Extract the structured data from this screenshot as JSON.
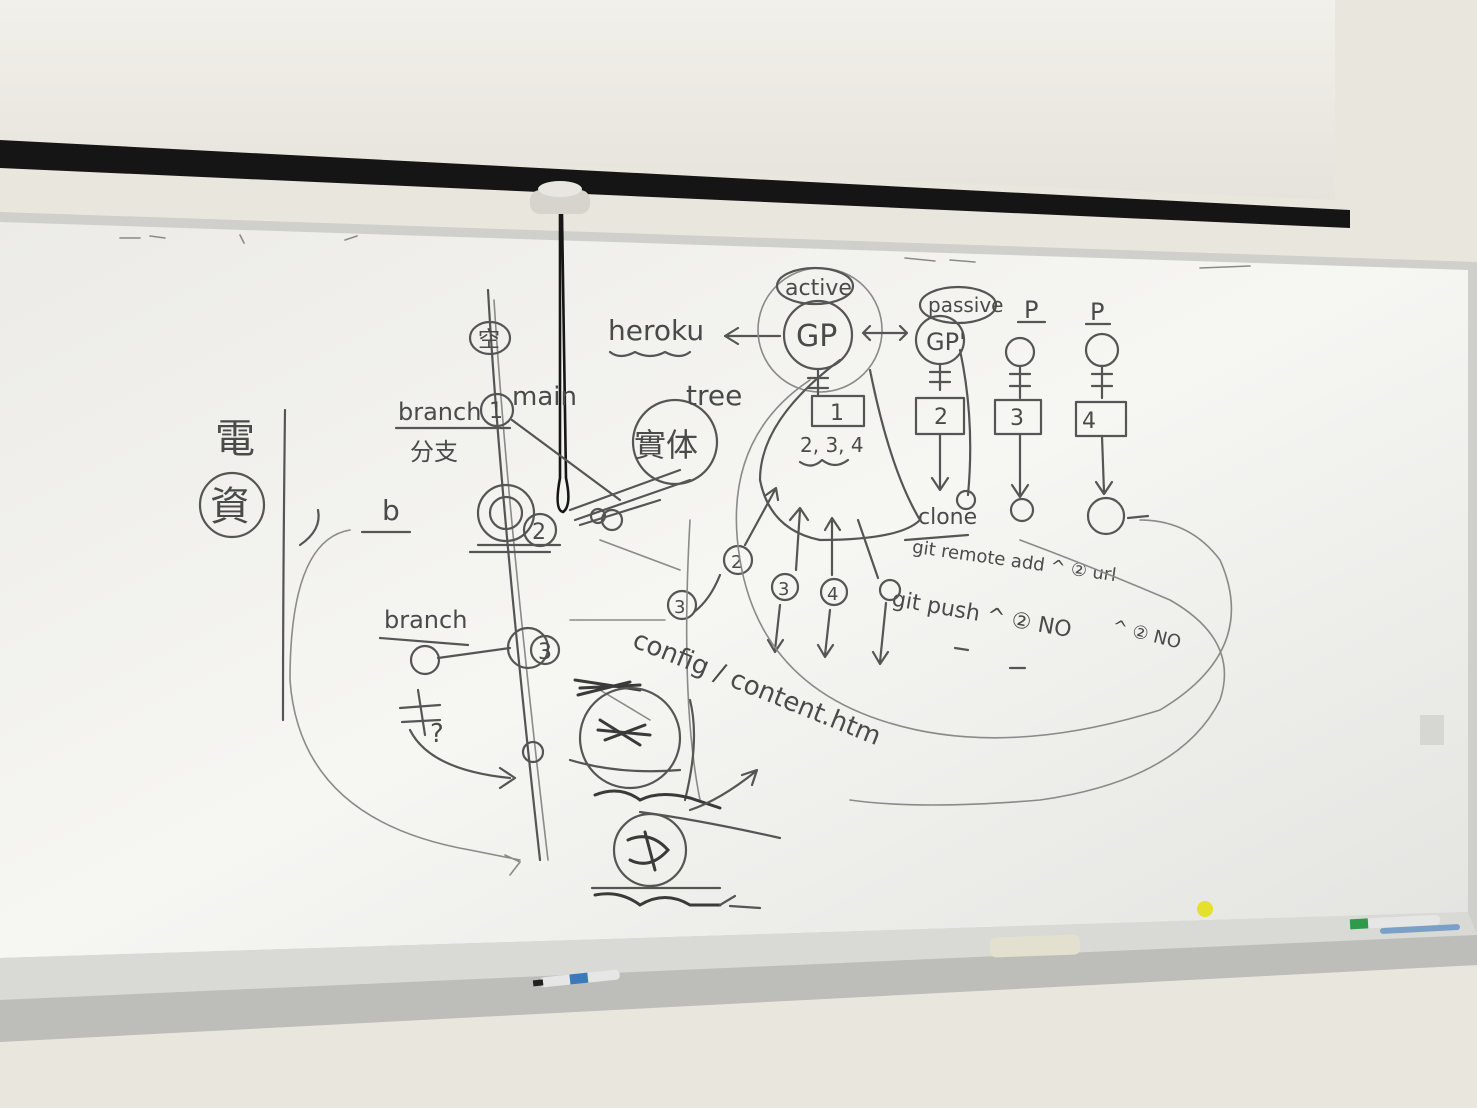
{
  "whiteboard": {
    "left_top": {
      "vertical_char": "電",
      "circled_char": "資"
    },
    "branch_diagram": {
      "empty_node": "空",
      "node_1": "1",
      "node_2": "2",
      "node_3": "3",
      "main_label": "main",
      "branch_label_1": "branch",
      "branch_zh": "分支",
      "b_label": "b",
      "branch_label_2": "branch",
      "question": "?",
      "entity": "實体",
      "tree": "tree"
    },
    "remote_diagram": {
      "heroku": "heroku",
      "active": "active",
      "gp_active": "GP",
      "passive": "passive",
      "gp_passive": "GP'",
      "p_label_1": "P",
      "p_label_2": "P",
      "box_1": "1",
      "box_2": "2",
      "box_3": "3",
      "box_4": "4",
      "list_234": "2, 3, 4",
      "clone": "clone",
      "git_remote_add": "git remote add ^ ② url",
      "git_push": "git push ^ ② NO",
      "second_no": "^ ② NO",
      "circle_2": "2",
      "circle_3a": "3",
      "circle_3b": "3",
      "circle_4": "4"
    },
    "bottom": {
      "config_path": "config / content.htm"
    }
  },
  "colors": {
    "wall": "#ebe8e0",
    "board": "#f3f3f1",
    "frame": "#c8c8c4",
    "screen": "#efede6",
    "screen_bar": "#151515",
    "marker_ink": "#4a4a4a",
    "magnet": "#e8e03a",
    "marker_green": "#2e9a4a",
    "marker_blue": "#3a7ab8"
  }
}
